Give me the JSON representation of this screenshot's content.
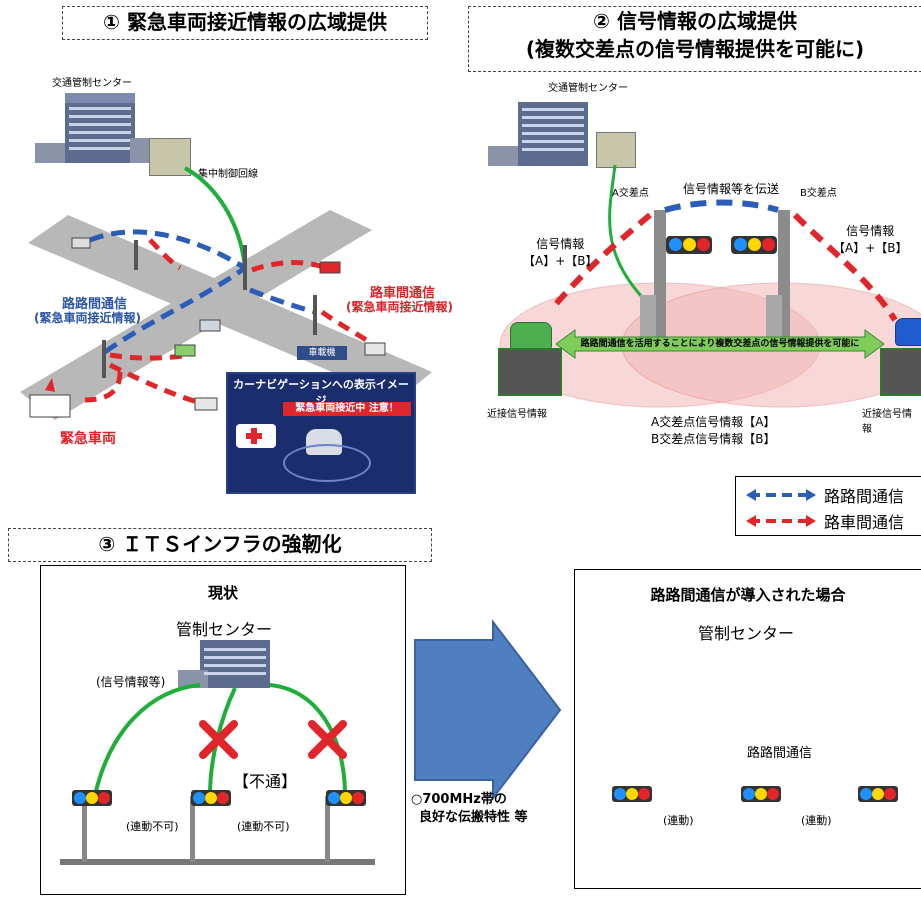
{
  "section1": {
    "title": "① 緊急車両接近情報の広域提供",
    "center_label": "交通管制センター",
    "line_label": "集中制御回線",
    "r2r_label": "路路間通信",
    "r2r_sub": "(緊急車両接近情報)",
    "r2v_label": "路車間通信",
    "r2v_sub": "(緊急車両接近情報)",
    "onboard_label": "車載機",
    "emergency_label": "緊急車両",
    "nav_title": "カーナビゲーションへの表示イメージ",
    "nav_alert": "緊急車両接近中 注意！"
  },
  "section2": {
    "title_line1": "② 信号情報の広域提供",
    "title_line2": "(複数交差点の信号情報提供を可能に)",
    "center_label": "交通管制センター",
    "transfer_label": "信号情報等を伝送",
    "a_label": "A交差点",
    "b_label": "B交差点",
    "left_info": "信号情報",
    "left_info2": "【A】+【B】",
    "right_info": "信号情報",
    "right_info2": "【A】+【B】",
    "banner": "路路間通信を活用することにより複数交差点の信号情報提供を可能に",
    "near_left": "近接信号情報",
    "near_right": "近接信号情報",
    "a_info": "A交差点信号情報【A】",
    "b_info": "B交差点信号情報【B】",
    "legend_r2r": "路路間通信",
    "legend_r2v": "路車間通信"
  },
  "section3": {
    "title": "③ ＩＴＳインフラの強靭化",
    "left_title": "現状",
    "left_center": "管制センター",
    "signal_info": "(信号情報等)",
    "blocked": "【不通】",
    "no_link1": "(連動不可)",
    "no_link2": "(連動不可)",
    "feature_line1": "○700MHz帯の",
    "feature_line2": "良好な伝搬特性 等",
    "right_title": "路路間通信が導入された場合",
    "right_center": "管制センター",
    "r2r": "路路間通信",
    "linked1": "(連動)",
    "linked2": "(連動)"
  },
  "colors": {
    "green_line": "#1fae3a",
    "red_arrow": "#e0262b",
    "blue_arrow": "#2a5cb8",
    "big_arrow": "#4f7fc0",
    "cross": "#e0262b"
  }
}
